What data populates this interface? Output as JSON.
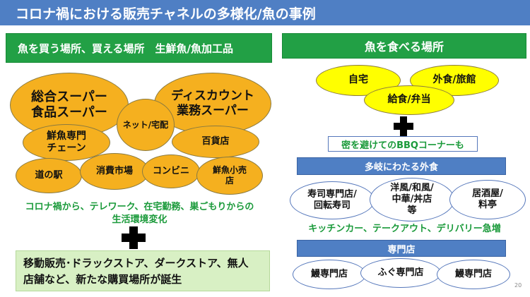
{
  "title": "コロナ禍における販売チャネルの多様化/魚の事例",
  "left": {
    "header": "魚を買う場所、買える場所　生鮮魚/魚加工品",
    "nodes": {
      "supermarket": "総合スーパー\n食品スーパー",
      "discount": "ディスカウント\n業務スーパー",
      "net": "ネット/宅配",
      "fish_chain": "鮮魚専門\nチェーン",
      "department": "百貨店",
      "station": "道の駅",
      "market": "消費市場",
      "convenience": "コンビニ",
      "fish_retail": "鮮魚小売\n店"
    },
    "change_text": "コロナ禍から、テレワーク、在宅勤務、巣ごもりからの\n生活環境変化",
    "result": "移動販売･ドラックストア、ダークストア、無人\n店舗など、新たな購買場所が誕生"
  },
  "right": {
    "header": "魚を食べる場所",
    "nodes": {
      "home": "自宅",
      "eat_out": "外食/旅館",
      "school": "給食/弁当"
    },
    "bbq": "密を避けてのBBQコーナーも",
    "diverse_header": "多岐にわたる外食",
    "diverse": {
      "sushi": "寿司専門店/\n回転寿司",
      "restaurants": "洋風/和風/\n中華/丼店\n等",
      "izakaya": "居酒屋/\n料亭"
    },
    "kitchen_text": "キッチンカー、テークアウト、デリバリー急増",
    "specialty_header": "専門店",
    "specialty": {
      "eel": "鰻専門店",
      "fugu": "ふぐ専門店",
      "fish3": "鰻専門店"
    },
    "page_number": "20"
  }
}
